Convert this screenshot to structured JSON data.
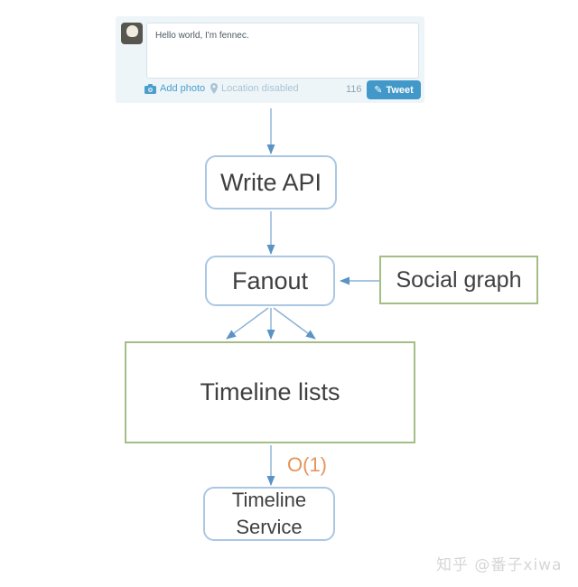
{
  "composer": {
    "text": "Hello world, I'm fennec.",
    "add_photo_label": "Add photo",
    "location_label": "Location disabled",
    "char_count": "116",
    "tweet_button_label": "Tweet",
    "icons": {
      "add_photo": "camera-icon",
      "location": "location-pin-icon",
      "tweet_button_pen": "✎"
    }
  },
  "diagram": {
    "write_api_label": "Write API",
    "fanout_label": "Fanout",
    "social_graph_label": "Social graph",
    "timeline_lists_label": "Timeline lists",
    "timeline_service_label": "Timeline Service",
    "complexity_label": "O(1)",
    "colors": {
      "blue_box_border": "#aac7e4",
      "green_box_border": "#a3bd84",
      "arrow": "#8ab0d6",
      "arrowhead": "#5b93c4",
      "complexity_text": "#e5935a",
      "node_text": "#3f3f3f",
      "tweet_button": "#4298c8"
    }
  },
  "watermark": "知乎 @番子xiwa"
}
